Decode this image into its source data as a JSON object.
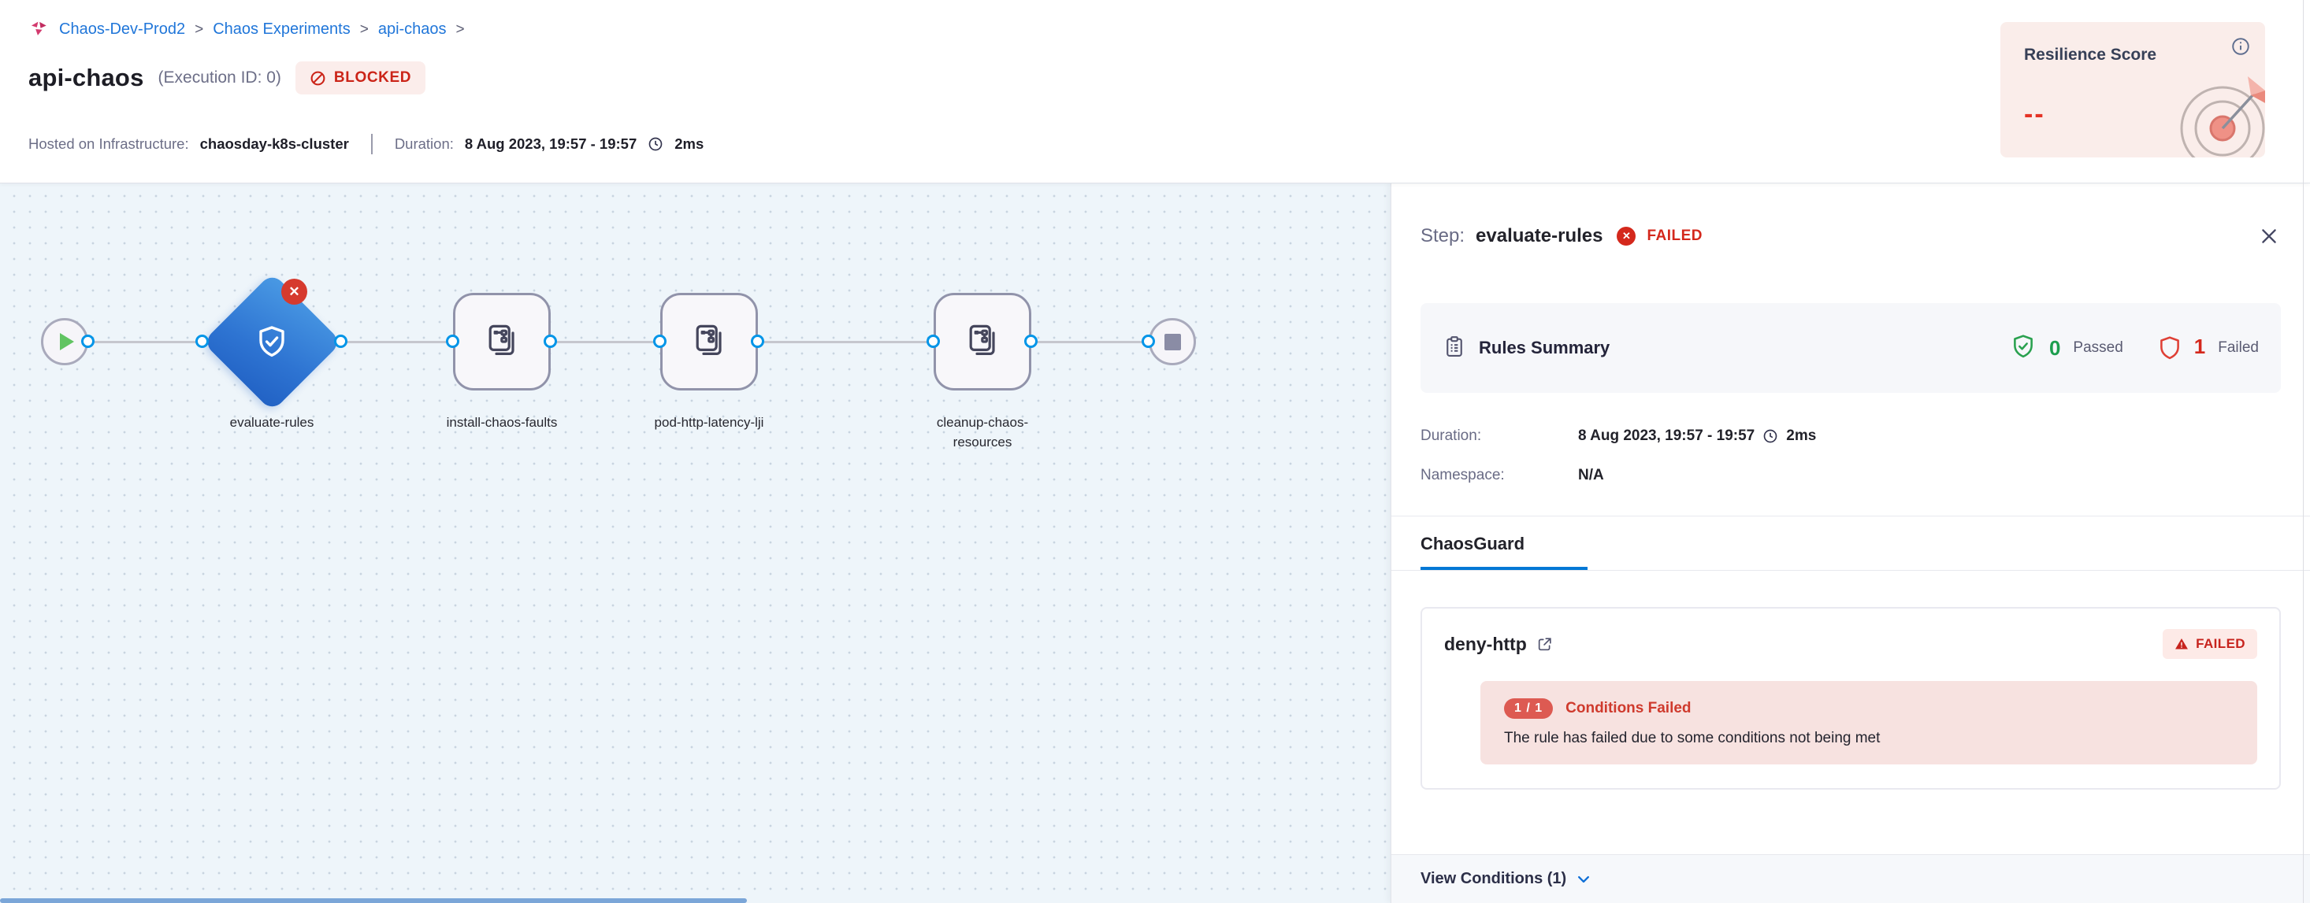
{
  "header": {
    "breadcrumb": {
      "items": [
        "Chaos-Dev-Prod2",
        "Chaos Experiments",
        "api-chaos"
      ],
      "separator": ">"
    },
    "title": "api-chaos",
    "execution_id": "(Execution ID: 0)",
    "status_badge": "BLOCKED",
    "hosted_label": "Hosted on Infrastructure:",
    "hosted_value": "chaosday-k8s-cluster",
    "duration_label": "Duration:",
    "duration_value": "8 Aug 2023, 19:57 - 19:57",
    "duration_elapsed": "2ms",
    "resilience": {
      "title": "Resilience Score",
      "value": "--"
    }
  },
  "pipeline": {
    "nodes": [
      {
        "label": "evaluate-rules",
        "type": "chaosguard-diamond",
        "status": "failed"
      },
      {
        "label": "install-chaos-faults",
        "type": "step"
      },
      {
        "label": "pod-http-latency-lji",
        "type": "step"
      },
      {
        "label": "cleanup-chaos-resources",
        "type": "step"
      }
    ]
  },
  "panel": {
    "step_label": "Step:",
    "step_name": "evaluate-rules",
    "step_status": "FAILED",
    "rules_summary": {
      "title": "Rules Summary",
      "passed_count": "0",
      "passed_label": "Passed",
      "failed_count": "1",
      "failed_label": "Failed"
    },
    "duration_label": "Duration:",
    "duration_value": "8 Aug 2023, 19:57 - 19:57",
    "duration_elapsed": "2ms",
    "namespace_label": "Namespace:",
    "namespace_value": "N/A",
    "tab_label": "ChaosGuard",
    "rule": {
      "name": "deny-http",
      "status": "FAILED",
      "conditions_ratio": "1 / 1",
      "conditions_title": "Conditions Failed",
      "conditions_message": "The rule has failed due to some conditions not being met",
      "view_conditions_label": "View Conditions (1)"
    }
  },
  "colors": {
    "accent_blue": "#0278d5",
    "link_blue": "#2076d9",
    "error_red": "#cb2418",
    "success_green": "#1c9e4e",
    "canvas_bg": "#eef5fa",
    "badge_pink_bg": "#fbedeb",
    "resilience_card_bg": "#faedea"
  }
}
